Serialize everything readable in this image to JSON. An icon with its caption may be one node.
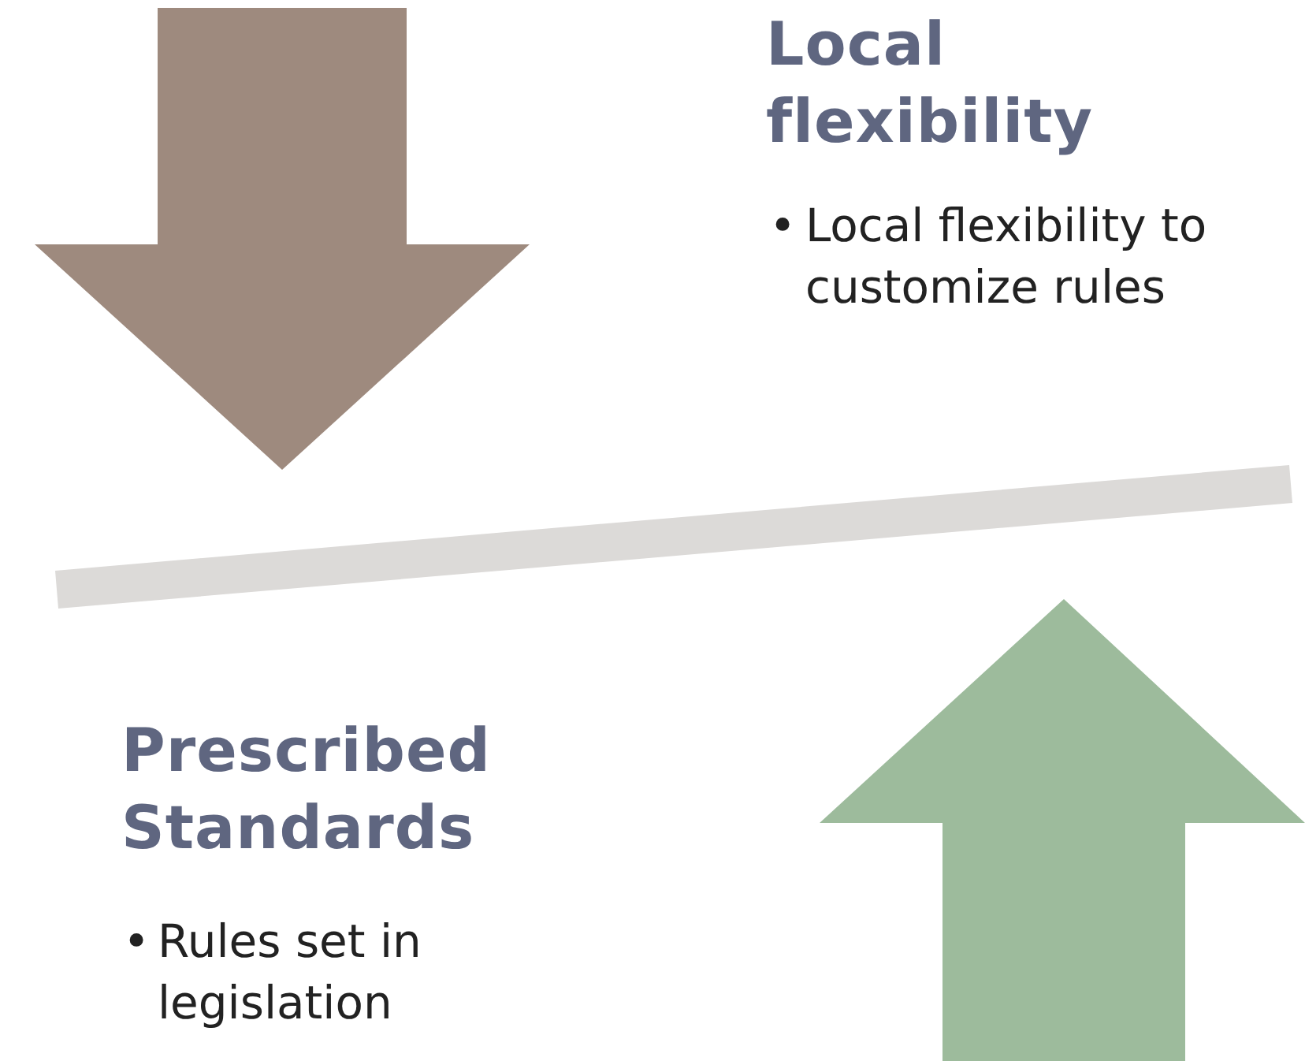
{
  "diagram": {
    "nodes": [
      {
        "text": [],
        "shape": "bar"
      }
    ],
    "labels": [
      "Local flexibility",
      "•",
      "Local flexibility to customize rules",
      "Prescribed Standards",
      "•",
      "Rules set in legislation"
    ]
  }
}
